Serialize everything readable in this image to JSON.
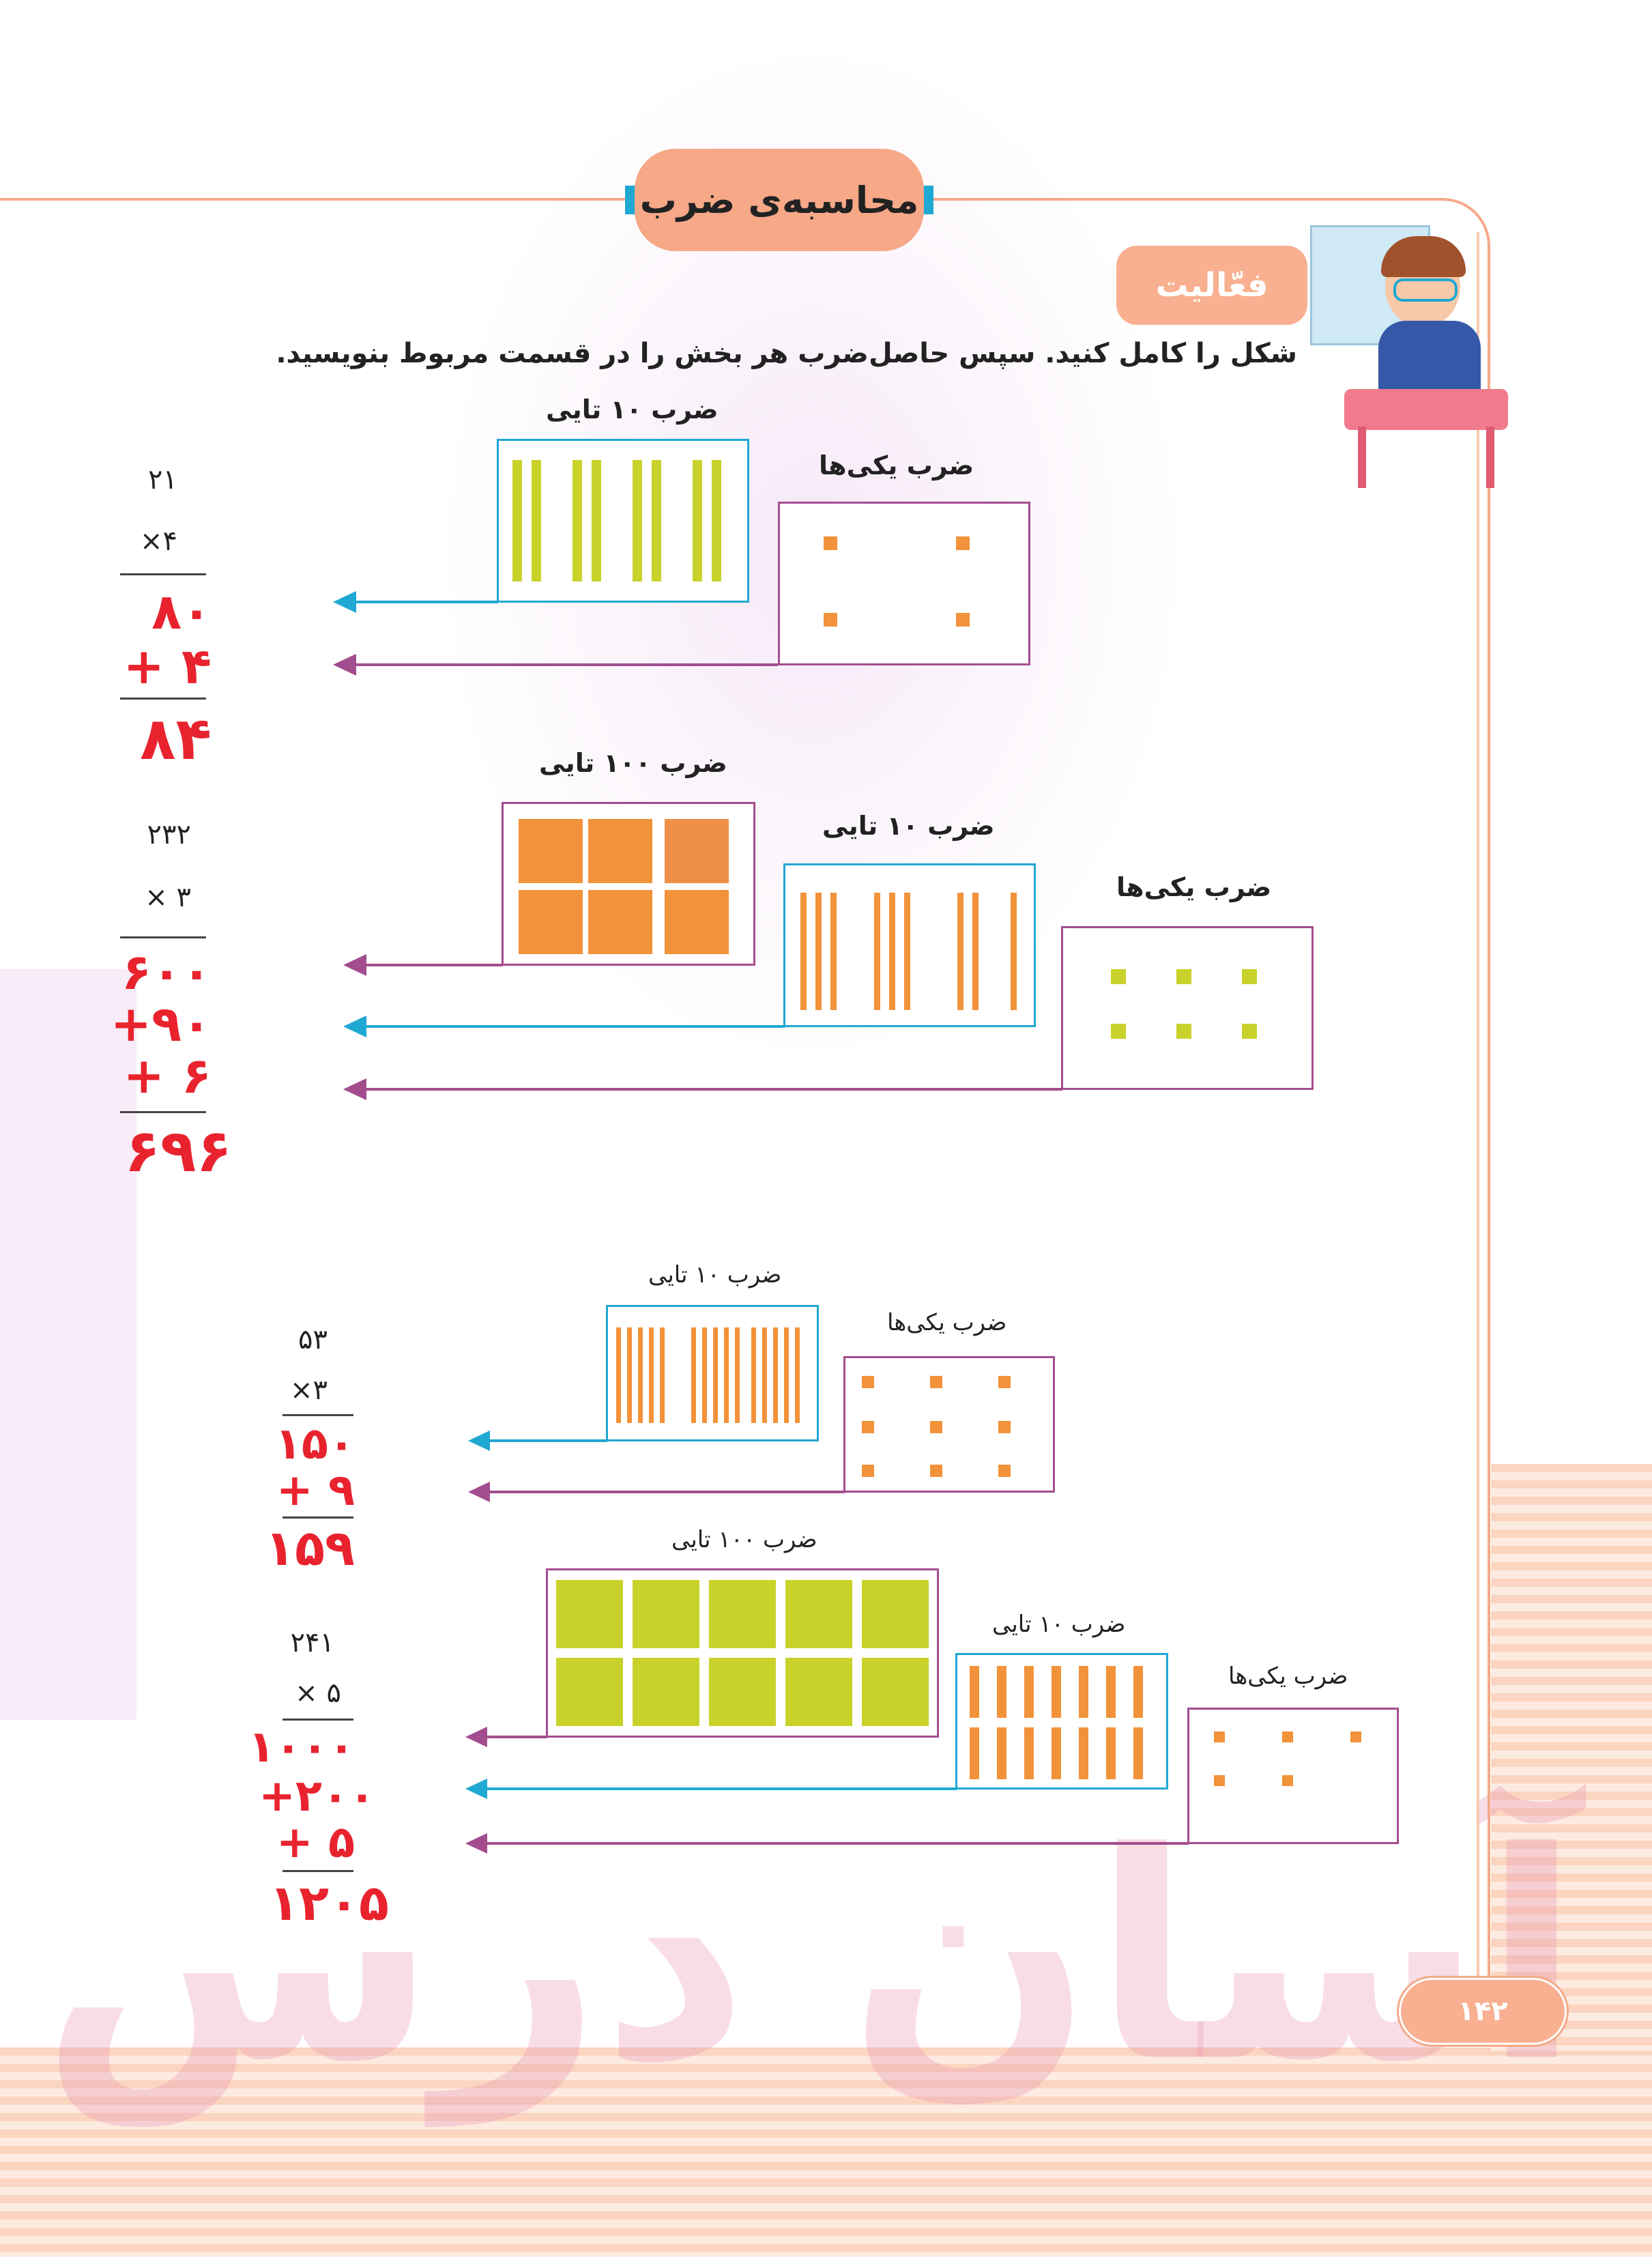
{
  "header": {
    "title": "محاسبه‌ی ضرب"
  },
  "activity": {
    "label": "فعّالیت",
    "instruction": "شکل را کامل کنید. سپس حاصل‌ضرب هر بخش را در قسمت مربوط بنویسید."
  },
  "labels": {
    "tens": "ضرب ۱۰ تایی",
    "ones": "ضرب یکی‌ها",
    "hundreds": "ضرب ۱۰۰ تایی"
  },
  "problems": [
    {
      "multiplicand": "۲۱",
      "multiplier": "×۴",
      "partials": [
        "۸۰",
        "+ ۴"
      ],
      "result": "۸۴"
    },
    {
      "multiplicand": "۲۳۲",
      "multiplier": "× ۳",
      "partials": [
        "۶۰۰",
        "+۹۰",
        "+ ۶"
      ],
      "result": "۶۹۶"
    },
    {
      "multiplicand": "۵۳",
      "multiplier": "×۳",
      "partials": [
        "۱۵۰",
        "+ ۹"
      ],
      "result": "۱۵۹"
    },
    {
      "multiplicand": "۲۴۱",
      "multiplier": "× ۵",
      "partials": [
        "۱۰۰۰",
        "+۲۰۰",
        "+ ۵"
      ],
      "result": "۱۲۰۵"
    }
  ],
  "page_number": "۱۴۲",
  "watermark": "آسان درس",
  "colors": {
    "pink": "#f4a98a",
    "purple": "#a34d8f",
    "cyan": "#1fa8d2",
    "orange": "#f2923a",
    "lime": "#c9d22b",
    "red": "#e8232e"
  }
}
